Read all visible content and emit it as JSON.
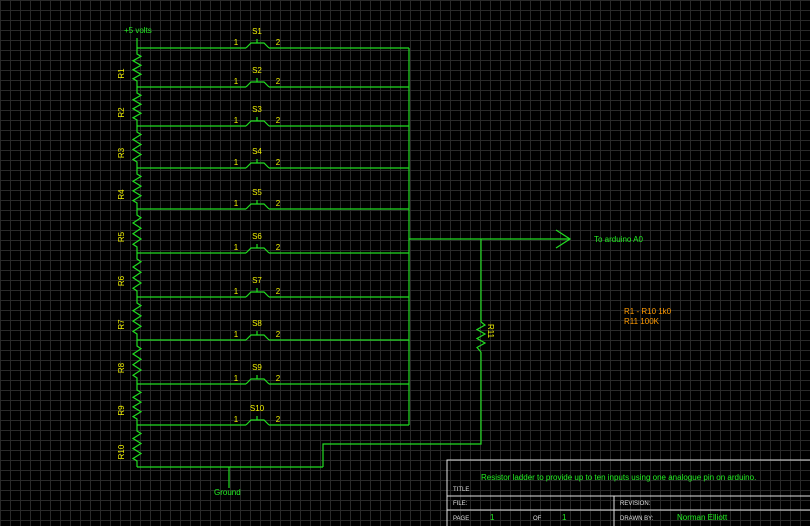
{
  "diagram": {
    "supply_label": "+5 volts",
    "ground_label": "Ground",
    "output_label": "To arduino A0",
    "resistors": [
      "R1",
      "R2",
      "R3",
      "R4",
      "R5",
      "R6",
      "R7",
      "R8",
      "R9",
      "R10"
    ],
    "switches": [
      "S1",
      "S2",
      "S3",
      "S4",
      "S5",
      "S6",
      "S7",
      "S8",
      "S9",
      "S10"
    ],
    "pin1": "1",
    "pin2": "2",
    "r11_label": "R11",
    "notes": [
      "R1 - R10  1k0",
      "R11 100K"
    ]
  },
  "title_block": {
    "description": "Resistor ladder to provide up to ten inputs using one analogue pin on arduino.",
    "title_label": "TITLE",
    "file_label": "FILE:",
    "revision_label": "REVISION:",
    "page_label": "PAGE",
    "page_number": "1",
    "of_label": "OF",
    "page_total": "1",
    "drawn_by_label": "DRAWN BY:",
    "drawn_by": "Norman Elliott"
  },
  "colors": {
    "wire": "#22dd22",
    "label_yellow": "#f0f000",
    "note_orange": "#ff9900",
    "background": "#000000"
  }
}
